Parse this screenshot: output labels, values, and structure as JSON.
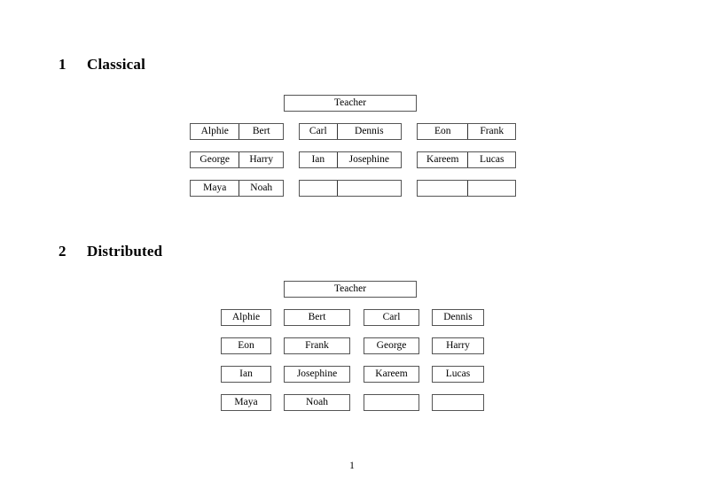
{
  "document": {
    "page_number": "1",
    "sections": [
      {
        "number": "1",
        "title": "Classical",
        "root_label": "Teacher",
        "groups": [
          {
            "rows": [
              {
                "left": "Alphie",
                "right": "Bert"
              },
              {
                "left": "George",
                "right": "Harry"
              },
              {
                "left": "Maya",
                "right": "Noah"
              }
            ]
          },
          {
            "rows": [
              {
                "left": "Carl",
                "right": "Dennis"
              },
              {
                "left": "Ian",
                "right": "Josephine"
              },
              {
                "left": "",
                "right": ""
              }
            ]
          },
          {
            "rows": [
              {
                "left": "Eon",
                "right": "Frank"
              },
              {
                "left": "Kareem",
                "right": "Lucas"
              },
              {
                "left": "",
                "right": ""
              }
            ]
          }
        ]
      },
      {
        "number": "2",
        "title": "Distributed",
        "root_label": "Teacher",
        "columns": [
          {
            "cells": [
              "Alphie",
              "Eon",
              "Ian",
              "Maya"
            ]
          },
          {
            "cells": [
              "Bert",
              "Frank",
              "Josephine",
              "Noah"
            ]
          },
          {
            "cells": [
              "Carl",
              "George",
              "Kareem",
              ""
            ]
          },
          {
            "cells": [
              "Dennis",
              "Harry",
              "Lucas",
              ""
            ]
          }
        ]
      }
    ]
  },
  "colors": {
    "page_background": "#ffffff",
    "text": "#000000",
    "box_border": "#555555",
    "cell_divider": "#333333"
  }
}
